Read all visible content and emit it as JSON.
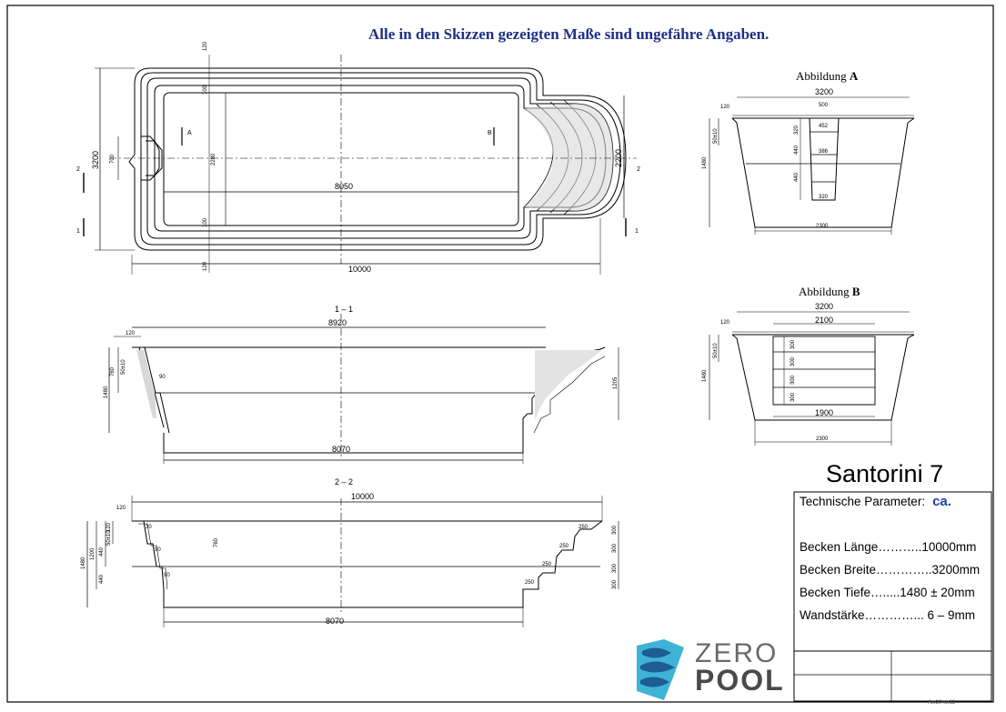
{
  "heading": "Alle in den Skizzen gezeigten Maße sind ungefähre Angaben.",
  "plan": {
    "labels": {
      "len_total": "10000",
      "len_inner": "8050",
      "width_left": "3200",
      "width_right": "2200",
      "inner_height": "2280",
      "step_700": "700",
      "top_120": "120",
      "top_100": "100",
      "bot_100": "100",
      "bot_120": "120",
      "cut_a": "A",
      "cut_b": "B",
      "sec1_left": "1",
      "sec1_right": "1",
      "sec2_left": "2",
      "sec2_right": "2"
    }
  },
  "section11": {
    "title": "1 – 1",
    "labels": {
      "top_len": "8920",
      "bottom_len": "8070",
      "rim_120": "120",
      "wall_760": "760",
      "wall_50": "50±10",
      "depth_1480": "1480",
      "step_90": "90",
      "right_1205": "1205"
    }
  },
  "section22": {
    "title": "2 – 2",
    "labels": {
      "top_len": "10000",
      "bottom_len": "8070",
      "rim_120": "120",
      "mid_760": "760",
      "d_1480": "1480",
      "d_1200": "1200",
      "d_440a": "440",
      "d_440b": "440",
      "d_50": "50±10",
      "d_120": "120",
      "s_30": "30",
      "s_90a": "90",
      "s_90b": "90",
      "r_250a": "250",
      "r_250b": "250",
      "r_250c": "250",
      "r_250d": "250",
      "r_300a": "300",
      "r_300b": "300",
      "r_300c": "300",
      "r_300d": "300"
    }
  },
  "figA": {
    "title_prefix": "Abbildung",
    "title_letter": "A",
    "labels": {
      "top": "3200",
      "bottom": "2300",
      "rim": "120",
      "wall": "50±10",
      "depth": "1480",
      "w500": "500",
      "w452": "452",
      "w386": "386",
      "w320": "320",
      "h320": "320",
      "h440a": "440",
      "h440b": "440"
    }
  },
  "figB": {
    "title_prefix": "Abbildung",
    "title_letter": "B",
    "labels": {
      "top": "3200",
      "bottom": "2300",
      "rim": "120",
      "wall": "50±10",
      "depth": "1480",
      "stair_top": "2100",
      "stair_bottom": "1900",
      "h300a": "300",
      "h300b": "300",
      "h300c": "300",
      "h300d": "300"
    }
  },
  "model": "Santorini 7",
  "params": {
    "title": "Technische Parameter:",
    "ca": "ca.",
    "rows": [
      "Becken Länge………..10000mm",
      "Becken Breite…………..3200mm",
      "Becken Tiefe….....1480 ± 20mm",
      "Wandstärke…………... 6 – 9mm"
    ]
  },
  "logo": {
    "word1": "ZERO",
    "word2": "POOL",
    "icon": "zeropool-wave-icon",
    "colors": {
      "dark": "#1d5d8f",
      "light": "#3fb3d6"
    }
  },
  "corner_note": "Atv20 str11"
}
